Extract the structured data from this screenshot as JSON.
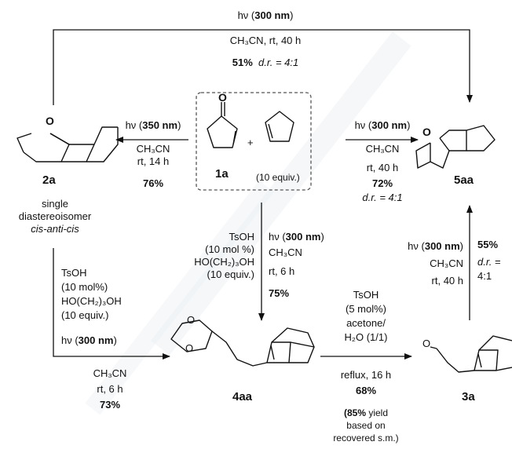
{
  "colors": {
    "arrow": "#111111",
    "watermark": "#eceff3",
    "box_border": "#555555"
  },
  "compounds": {
    "c1a": "1a",
    "c2a": "2a",
    "c5aa": "5aa",
    "c4aa": "4aa",
    "c3a": "3a"
  },
  "start": {
    "plus": "+",
    "equiv": "(10 equiv.)"
  },
  "labels": {
    "c2a_desc": [
      "single",
      "diastereoisomer",
      "cis-anti-cis"
    ]
  },
  "atoms": {
    "o_2a": "O",
    "o_5aa": "O",
    "o_3a": "O",
    "o1_4aa": "O",
    "o2_4aa": "O"
  },
  "arrows": {
    "top": {
      "hv_prefix": "hν (",
      "wavelength": "300 nm",
      "hv_suffix": ")",
      "solvent": "CH₃CN, rt, 40 h",
      "yield": "51%",
      "dr": "d.r. = 4:1"
    },
    "to_2a": {
      "hv_prefix": "hν (",
      "wavelength": "350 nm",
      "hv_suffix": ")",
      "solvent": "CH₃CN",
      "time": "rt, 14 h",
      "yield": "76%"
    },
    "to_5aa": {
      "hv_prefix": "hν (",
      "wavelength": "300 nm",
      "hv_suffix": ")",
      "solvent": "CH₃CN",
      "time": "rt, 40 h",
      "yield": "72%",
      "dr": "d.r. = 4:1"
    },
    "down_center": {
      "left": [
        "TsOH",
        "(10 mol %)",
        "HO(CH₂)₃OH",
        "(10 equiv.)"
      ],
      "hv_prefix": "hν (",
      "wavelength": "300 nm",
      "hv_suffix": ")",
      "solvent": "CH₃CN",
      "time": "rt, 6 h",
      "yield": "75%"
    },
    "left_path": {
      "reagents": [
        "TsOH",
        "(10 mol%)",
        "HO(CH₂)₃OH",
        "(10 equiv.)"
      ],
      "hv_prefix": "hν (",
      "wavelength": "300 nm",
      "hv_suffix": ")",
      "solvent": "CH₃CN",
      "time": "rt, 6 h",
      "yield": "73%"
    },
    "to_3a": {
      "above": [
        "TsOH",
        "(5 mol%)",
        "acetone/",
        "H₂O (1/1)"
      ],
      "conditions": "reflux, 16 h",
      "yield": "68%",
      "note_bold": "(85%",
      "note_rest": " yield",
      "note_lines": [
        "based on",
        "recovered s.m.)"
      ]
    },
    "up_right": {
      "hv_prefix": "hν (",
      "wavelength": "300 nm",
      "hv_suffix": ")",
      "solvent": "CH₃CN",
      "time": "rt, 40 h",
      "yield": "55%",
      "dr_lines": [
        "d.r. =",
        "4:1"
      ]
    }
  }
}
